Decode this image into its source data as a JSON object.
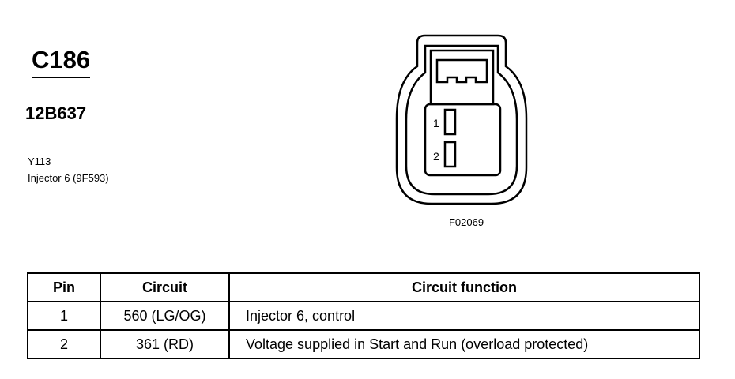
{
  "header": {
    "connector_id": "C186",
    "part_number": "12B637",
    "location_code": "Y113",
    "component": "Injector 6 (9F593)"
  },
  "diagram": {
    "pin_labels": [
      "1",
      "2"
    ],
    "figure_code": "F02069"
  },
  "table": {
    "headers": [
      "Pin",
      "Circuit",
      "Circuit function"
    ],
    "rows": [
      {
        "pin": "1",
        "circuit": "560 (LG/OG)",
        "function": "Injector 6, control"
      },
      {
        "pin": "2",
        "circuit": "361 (RD)",
        "function": "Voltage supplied in Start and Run (overload protected)"
      }
    ]
  }
}
